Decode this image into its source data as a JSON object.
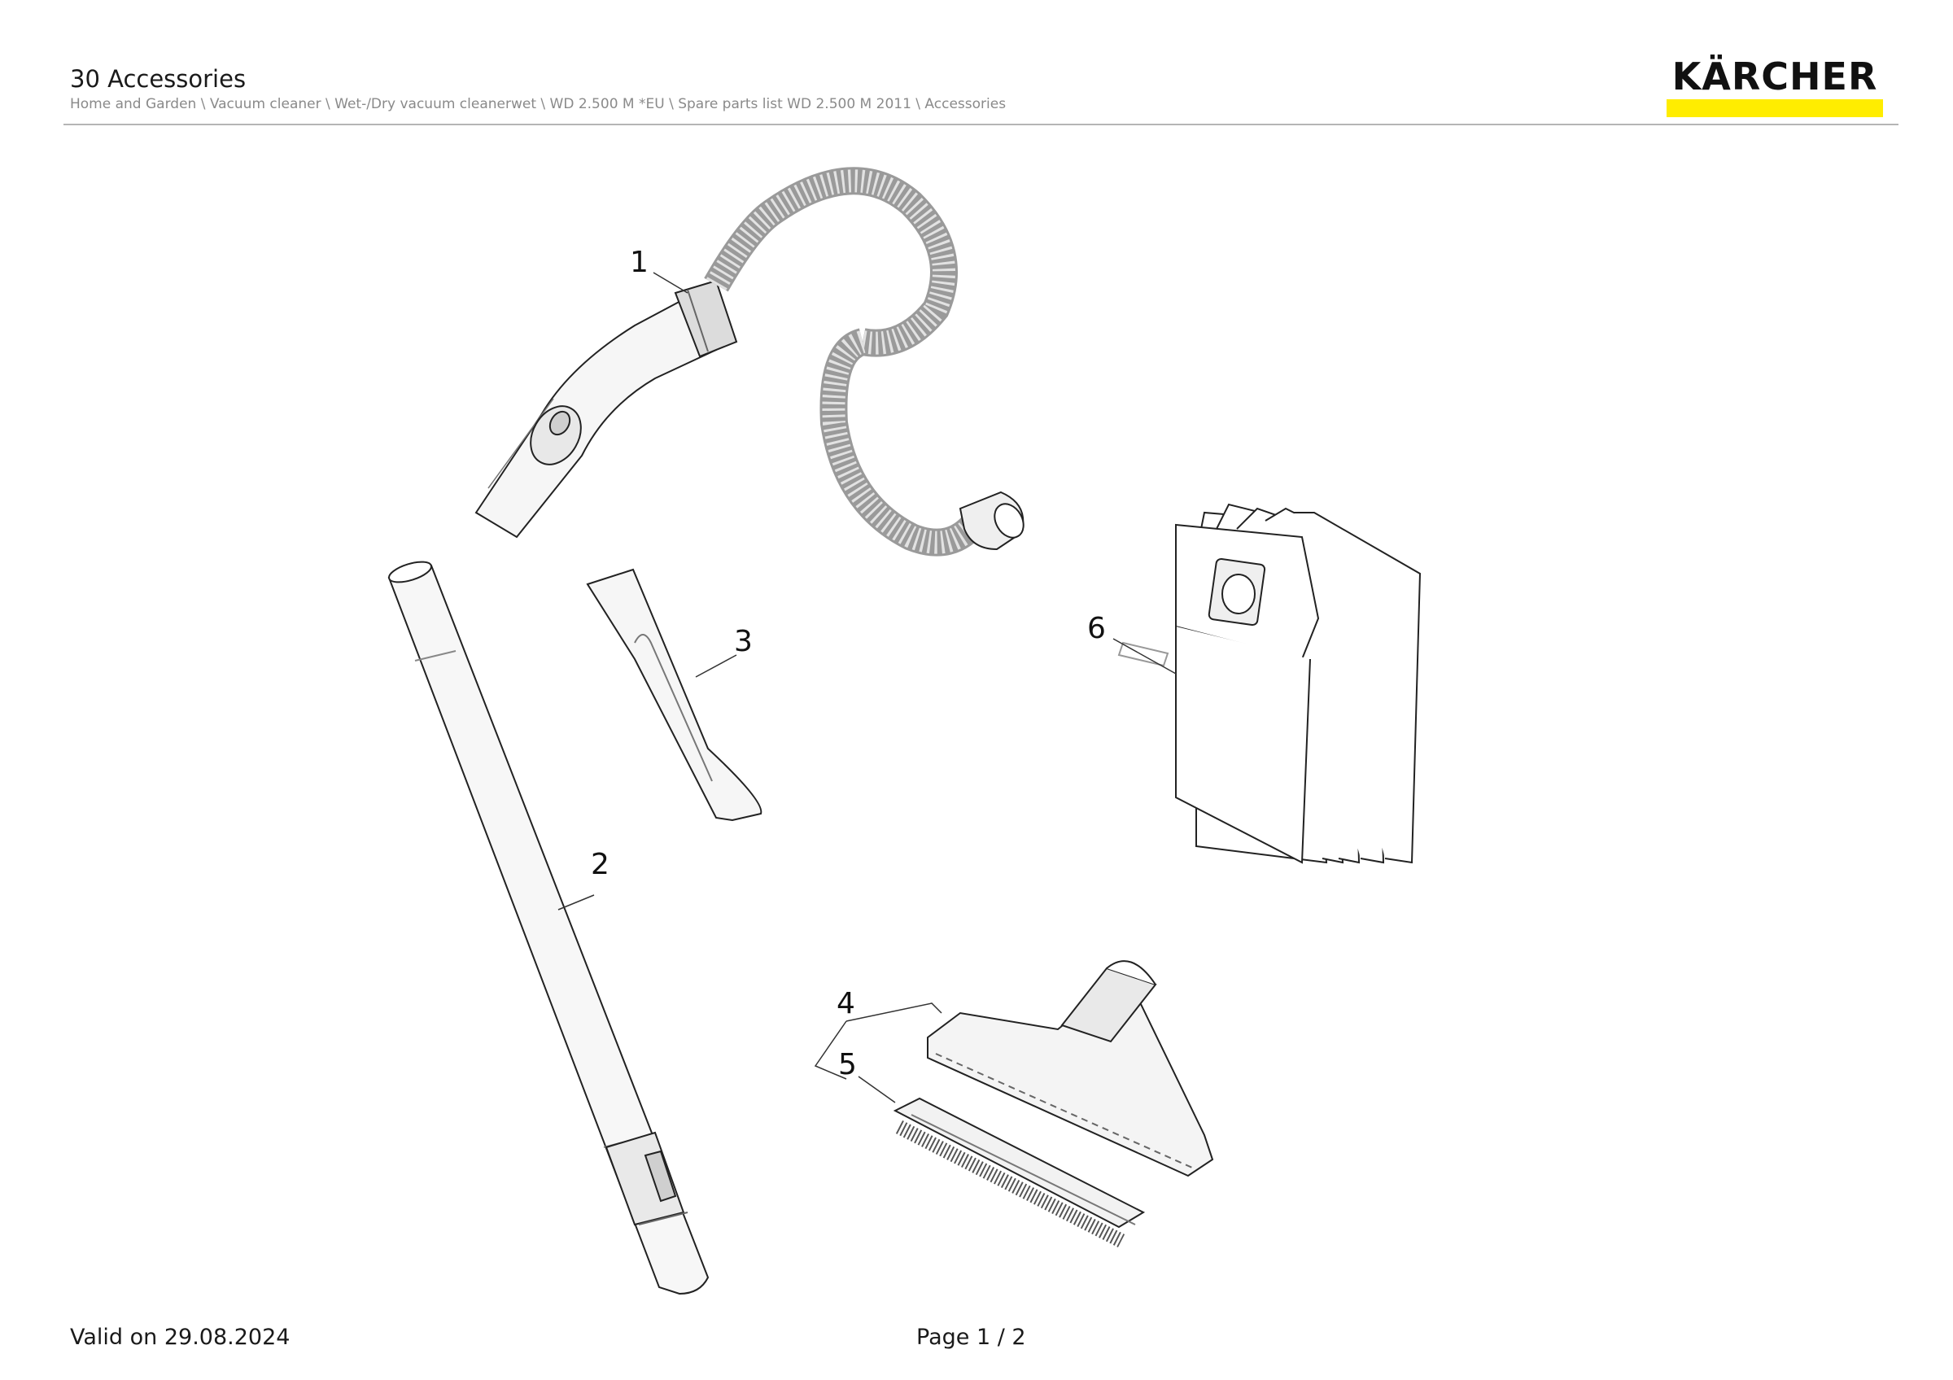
{
  "header": {
    "title": "30 Accessories",
    "breadcrumb": "Home and Garden \\ Vacuum cleaner \\ Wet-/Dry vacuum cleanerwet \\ WD 2.500 M *EU \\ Spare parts list WD 2.500 M 2011 \\ Accessories"
  },
  "logo": {
    "text": "KÄRCHER",
    "bar_color": "#ffed00"
  },
  "drawing": {
    "callouts": [
      "1",
      "2",
      "3",
      "4",
      "5",
      "6"
    ],
    "parts": [
      "suction-hose",
      "suction-tube",
      "crevice-nozzle",
      "floor-nozzle",
      "nozzle-insert",
      "filter-bags"
    ]
  },
  "footer": {
    "valid": "Valid on 29.08.2024",
    "page": "Page 1 / 2"
  }
}
